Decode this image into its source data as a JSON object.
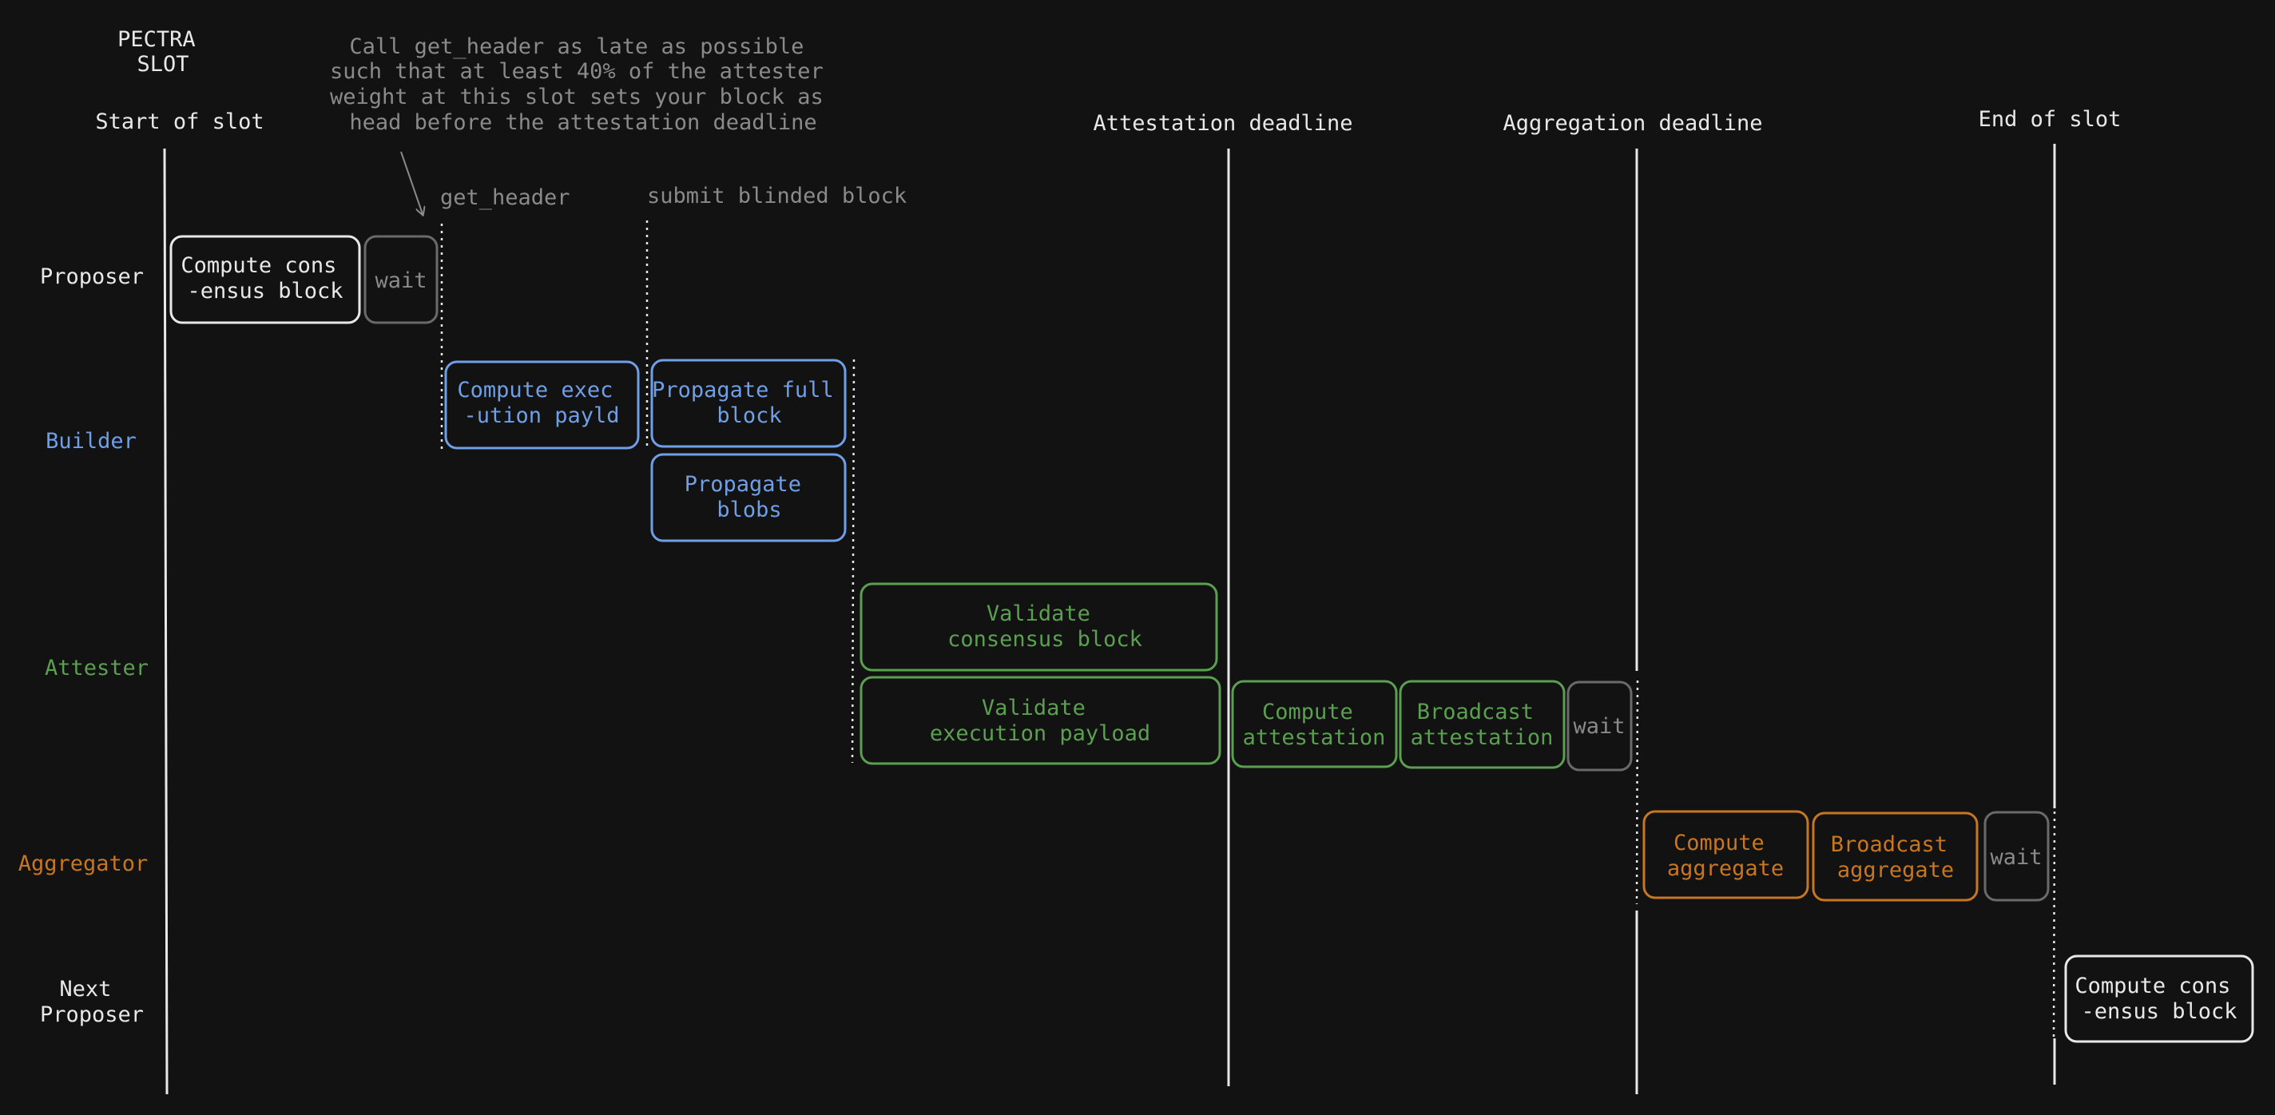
{
  "title_lines": [
    "PECTRA",
    "SLOT"
  ],
  "annotation": {
    "lines": [
      "Call get_header as late as possible",
      "such that at least 40% of the attester",
      "weight at this slot sets your block as",
      "head before the attestation deadline"
    ]
  },
  "markers": {
    "start_of_slot": "Start of slot",
    "attestation_deadline": "Attestation deadline",
    "aggregation_deadline": "Aggregation deadline",
    "end_of_slot": "End of slot",
    "get_header": "get_header",
    "submit_blinded_block": "submit blinded block"
  },
  "roles": {
    "proposer": {
      "lines": [
        "Proposer"
      ],
      "color": "#e8e8e8"
    },
    "builder": {
      "lines": [
        "Builder"
      ],
      "color": "#6f9fe6"
    },
    "attester": {
      "lines": [
        "Attester"
      ],
      "color": "#5aa050"
    },
    "aggregator": {
      "lines": [
        "Aggregator"
      ],
      "color": "#c8761f"
    },
    "next_proposer": {
      "lines": [
        "Next",
        "Proposer"
      ],
      "color": "#e8e8e8"
    }
  },
  "colors": {
    "background": "#121212",
    "neutral": "#e8e8e8",
    "muted": "#8a8a8a",
    "builder": "#6f9fe6",
    "attester": "#5aa050",
    "aggregator": "#c8761f"
  },
  "tasks": {
    "proposer_compute": [
      "Compute cons",
      "-ensus block"
    ],
    "proposer_wait": [
      "wait"
    ],
    "builder_compute": [
      "Compute exec",
      "-ution payld"
    ],
    "builder_propagate_block": [
      "Propagate full",
      "block"
    ],
    "builder_propagate_blobs": [
      "Propagate",
      "blobs"
    ],
    "attester_validate_consensus": [
      "Validate",
      "consensus block"
    ],
    "attester_validate_execution": [
      "Validate",
      "execution payload"
    ],
    "attester_compute": [
      "Compute",
      "attestation"
    ],
    "attester_broadcast": [
      "Broadcast",
      "attestation"
    ],
    "attester_wait": [
      "wait"
    ],
    "aggregator_compute": [
      "Compute",
      "aggregate"
    ],
    "aggregator_broadcast": [
      "Broadcast",
      "aggregate"
    ],
    "aggregator_wait": [
      "wait"
    ],
    "next_proposer_compute": [
      "Compute cons",
      "-ensus block"
    ]
  }
}
